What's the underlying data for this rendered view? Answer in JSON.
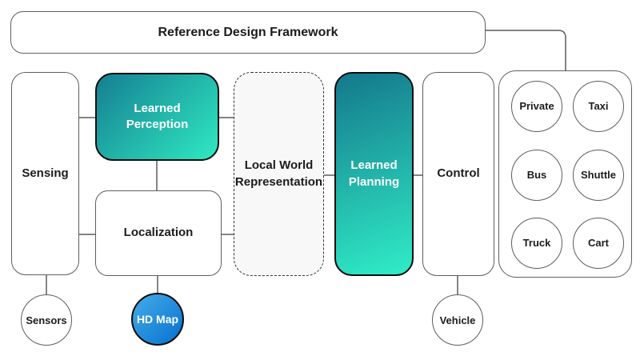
{
  "framework": {
    "title": "Reference Design Framework"
  },
  "pipeline": {
    "sensing_label": "Sensing",
    "perception_label": "Learned Perception",
    "localization_label": "Localization",
    "world_representation_label": "Local World Representation",
    "planning_label": "Learned Planning",
    "control_label": "Control"
  },
  "peripherals": {
    "sensors_label": "Sensors",
    "hd_map_label": "HD Map",
    "vehicle_label": "Vehicle"
  },
  "vehicle_types": [
    "Private",
    "Taxi",
    "Bus",
    "Shuttle",
    "Truck",
    "Cart"
  ],
  "colors": {
    "teal_gradient_dark": "#14788b",
    "teal_gradient_light": "#30edc7",
    "blue_gradient_light": "#45ace9",
    "blue_gradient_dark": "#0671cf",
    "connector_gray": "#5c5c5c",
    "dashed_border": "#333333",
    "solid_border": "#5e5e5e",
    "highlight_border": "#0d0d0d"
  }
}
